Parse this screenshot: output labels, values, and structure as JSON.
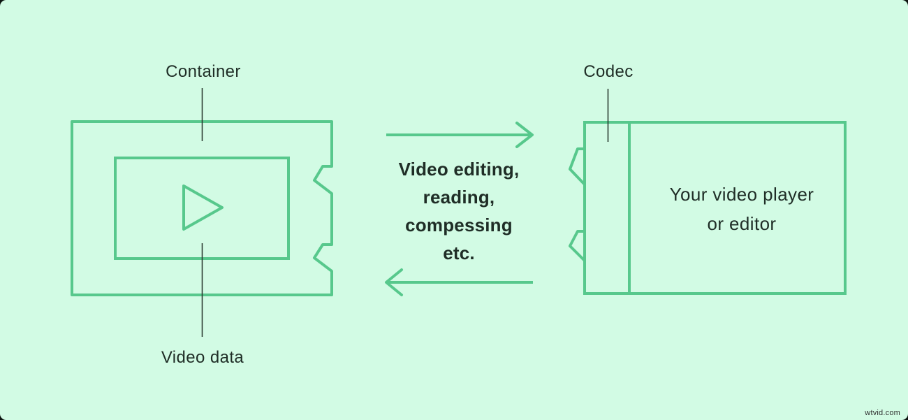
{
  "colors": {
    "background": "#d2fbe4",
    "line_green": "#57c88c",
    "text_dark": "#1f2d26",
    "leader": "#2a3a31",
    "watermark_color": "#2e2e2e"
  },
  "labels": {
    "container": "Container",
    "video_data": "Video data",
    "codec": "Codec"
  },
  "process": {
    "line1": "Video editing,",
    "line2": "reading,",
    "line3": "compessing",
    "line4": "etc."
  },
  "player": {
    "line1": "Your video player",
    "line2": "or editor"
  },
  "watermark": "wtvid.com",
  "icons": {
    "play": "play-icon",
    "arrow_right": "arrow-right-icon",
    "arrow_left": "arrow-left-icon"
  }
}
